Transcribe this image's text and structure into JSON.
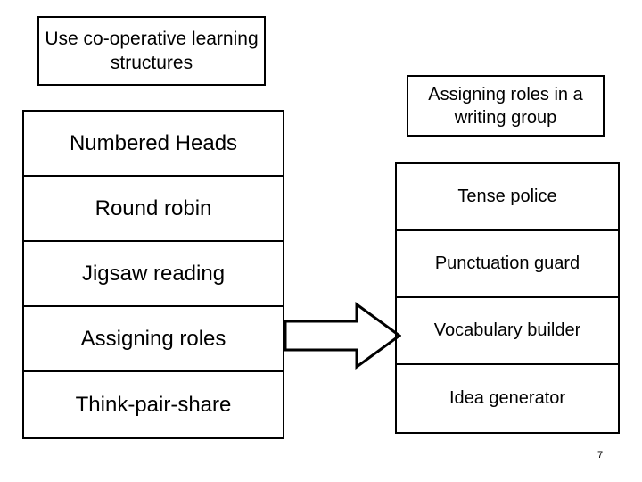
{
  "slide": {
    "title_box": {
      "text": "Use co-operative learning structures"
    },
    "left_list": {
      "items": [
        "Numbered Heads",
        "Round robin",
        "Jigsaw reading",
        "Assigning roles",
        "Think-pair-share"
      ]
    },
    "right_header": {
      "text": "Assigning roles in a writing group"
    },
    "right_list": {
      "items": [
        "Tense police",
        "Punctuation guard",
        "Vocabulary builder",
        "Idea generator"
      ]
    },
    "arrow": {
      "icon": "right-block-arrow-icon"
    },
    "page_number": "7"
  }
}
